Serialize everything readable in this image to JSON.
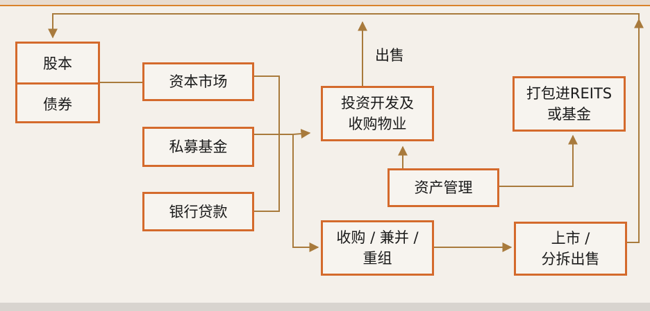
{
  "nodes": {
    "equity": "股本",
    "bonds": "债券",
    "capital_market": "资本市场",
    "private_fund": "私募基金",
    "bank_loan": "银行贷款",
    "invest_develop": [
      "投资开发及",
      "收购物业"
    ],
    "asset_management": "资产管理",
    "package_reits": [
      "打包进REITS",
      "或基金"
    ],
    "merger": [
      "收购 / 兼并 /",
      "重组"
    ],
    "listing": [
      "上市 /",
      "分拆出售"
    ]
  },
  "edge_labels": {
    "sell": "出售"
  },
  "colors": {
    "box_border": "#d46a2c",
    "arrow": "#a87a3c",
    "background": "#f4f0ea"
  }
}
